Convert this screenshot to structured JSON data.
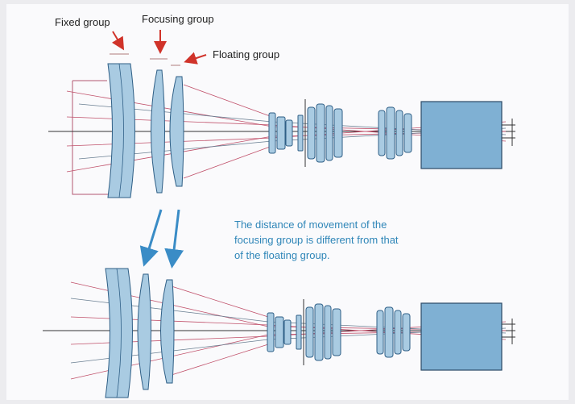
{
  "labels": {
    "fixed_group": "Fixed group",
    "focusing_group": "Focusing group",
    "floating_group": "Floating group"
  },
  "note_lines": [
    "The distance of movement of the",
    "focusing group is different from that",
    "of the floating group."
  ],
  "colors": {
    "lens_fill": "#a9cbe2",
    "lens_stroke": "#2f5f86",
    "ray_red": "#c0506a",
    "ray_gray": "#6a7f92",
    "arrow_red": "#d0332a",
    "arrow_blue": "#3a8cc6",
    "note_blue": "#2f86b8"
  }
}
